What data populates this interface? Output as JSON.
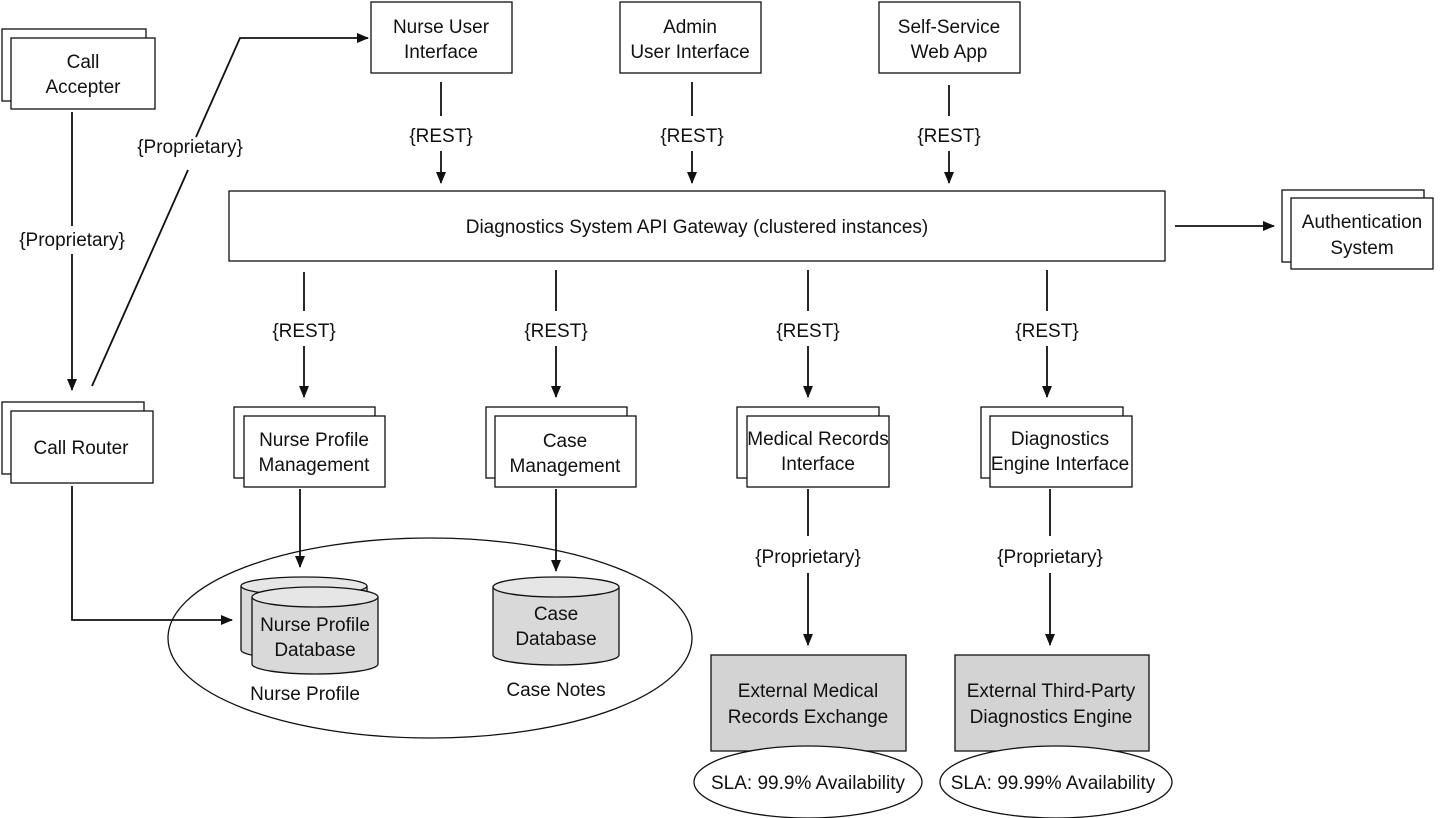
{
  "colors": {
    "line": "#111111",
    "box_fill": "#ffffff",
    "external_fill": "#d3d3d3",
    "db_fill": "#d9d9d9",
    "text": "#111111"
  },
  "nodes": {
    "call_accepter": [
      "Call",
      "Accepter"
    ],
    "call_router": [
      "Call  Router"
    ],
    "nurse_ui": [
      "Nurse User",
      "Interface"
    ],
    "admin_ui": [
      "Admin",
      "User Interface"
    ],
    "self_service": [
      "Self-Service",
      "Web App"
    ],
    "gateway": [
      "Diagnostics System API Gateway (clustered instances)"
    ],
    "auth": [
      "Authentication",
      "System"
    ],
    "nurse_profile_mgmt": [
      "Nurse Profile",
      "Management"
    ],
    "case_mgmt": [
      "Case",
      "Management"
    ],
    "medical_records_interface": [
      "Medical Records",
      "Interface"
    ],
    "diagnostics_engine_interface": [
      "Diagnostics",
      "Engine Interface"
    ],
    "nurse_profile_db": [
      "Nurse Profile",
      "Database"
    ],
    "case_db": [
      "Case",
      "Database"
    ],
    "external_medical": [
      "External Medical",
      "Records Exchange"
    ],
    "external_diagnostics": [
      "External Third-Party",
      "Diagnostics Engine"
    ]
  },
  "groups": {
    "nurse_profile": "Nurse Profile",
    "case_notes": "Case Notes"
  },
  "sla": {
    "medical": "SLA: 99.9% Availability",
    "diagnostics": "SLA: 99.99% Availability"
  },
  "protocols": {
    "accepter_router": "{Proprietary}",
    "router_nurse_ui": "{Proprietary}",
    "nurse_ui_gateway": "{REST}",
    "admin_ui_gateway": "{REST}",
    "self_service_gateway": "{REST}",
    "gateway_nurse_profile": "{REST}",
    "gateway_case": "{REST}",
    "gateway_medical": "{REST}",
    "gateway_diagnostics": "{REST}",
    "medical_external": "{Proprietary}",
    "diagnostics_external": "{Proprietary}"
  }
}
